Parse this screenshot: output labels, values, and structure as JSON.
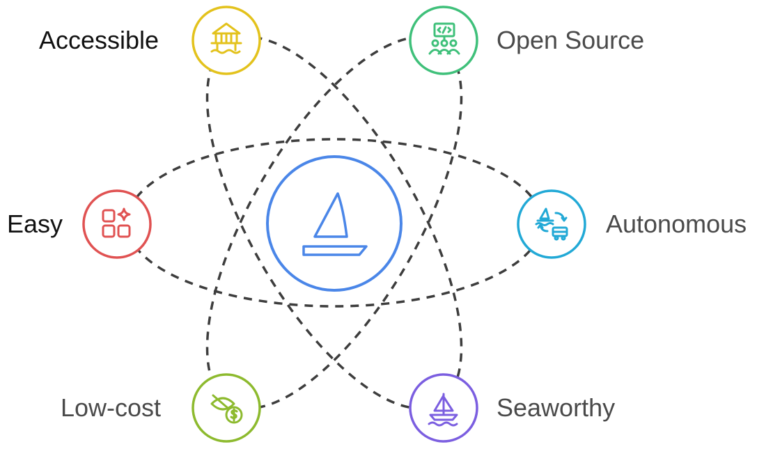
{
  "center": {
    "name": "sailboat-icon",
    "color": "#4a86e8"
  },
  "nodes": [
    {
      "label": "Accessible",
      "color": "#e3c21c",
      "icon": "stilt-house-water-icon"
    },
    {
      "label": "Open Source",
      "color": "#3fc07a",
      "icon": "code-community-icon"
    },
    {
      "label": "Easy",
      "color": "#e05252",
      "icon": "apps-sparkle-icon"
    },
    {
      "label": "Autonomous",
      "color": "#22a9d6",
      "icon": "boat-car-transfer-icon"
    },
    {
      "label": "Low-cost",
      "color": "#8dba2e",
      "icon": "no-eye-dollar-icon"
    },
    {
      "label": "Seaworthy",
      "color": "#7b5ee0",
      "icon": "sailboat-waves-icon"
    }
  ],
  "connector_color": "#3d3d3d"
}
